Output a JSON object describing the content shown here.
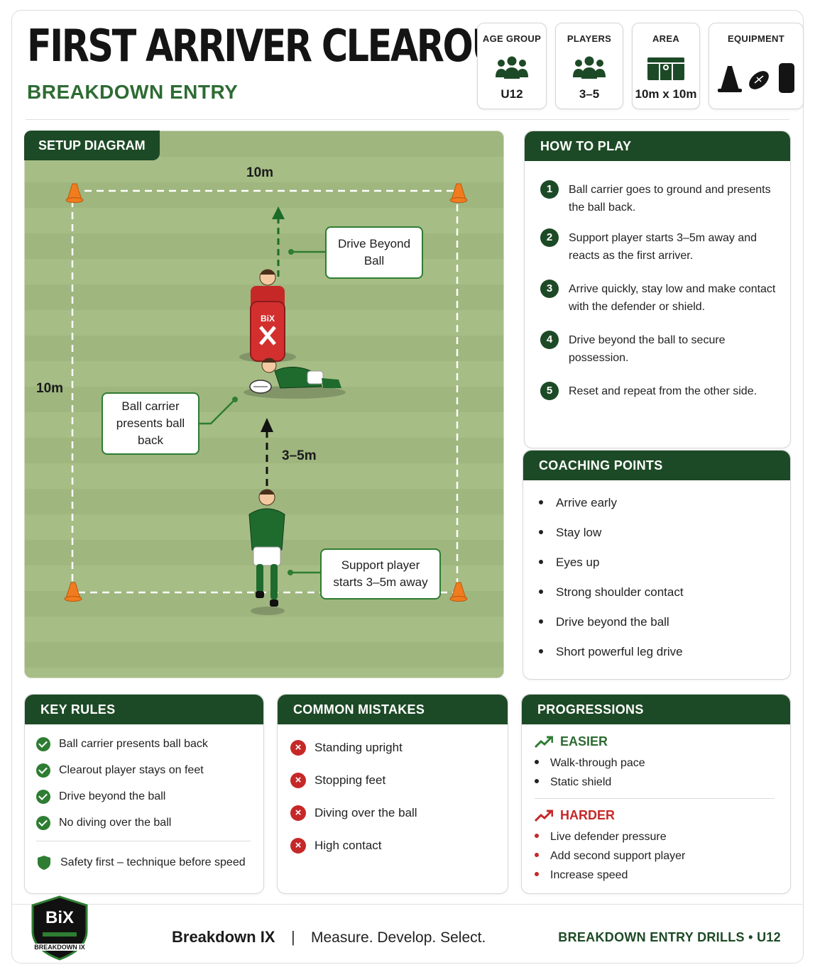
{
  "header": {
    "title": "FIRST ARRIVER CLEAROUT",
    "subtitle": "BREAKDOWN ENTRY"
  },
  "info_cards": [
    {
      "label": "AGE GROUP",
      "value": "U12",
      "icon": "group-icon"
    },
    {
      "label": "PLAYERS",
      "value": "3–5",
      "icon": "group-icon"
    },
    {
      "label": "AREA",
      "value": "10m x 10m",
      "icon": "pitch-icon"
    },
    {
      "label": "EQUIPMENT",
      "value": "",
      "icon": "cone-ball-shield-icon"
    }
  ],
  "setup": {
    "tab": "SETUP DIAGRAM",
    "dim_top": "10m",
    "dim_left": "10m",
    "dim_distance": "3–5m",
    "callout_drive": "Drive Beyond Ball",
    "callout_carrier": "Ball carrier presents ball back",
    "callout_support": "Support player starts 3–5m away",
    "shield_text": "BiX"
  },
  "how_to_play": {
    "title": "HOW TO PLAY",
    "steps": [
      {
        "n": "1",
        "text": "Ball carrier goes to ground and presents the ball back."
      },
      {
        "n": "2",
        "text": "Support player starts 3–5m away and reacts as the first arriver."
      },
      {
        "n": "3",
        "text": "Arrive quickly, stay low and make contact with the defender or shield."
      },
      {
        "n": "4",
        "text": "Drive beyond the ball to secure possession."
      },
      {
        "n": "5",
        "text": "Reset and repeat from the other side."
      }
    ]
  },
  "coaching_points": {
    "title": "COACHING POINTS",
    "items": [
      "Arrive early",
      "Stay low",
      "Eyes up",
      "Strong shoulder contact",
      "Drive beyond the ball",
      "Short powerful leg drive"
    ]
  },
  "key_rules": {
    "title": "KEY RULES",
    "items": [
      "Ball carrier presents ball back",
      "Clearout player stays on feet",
      "Drive beyond the ball",
      "No diving over the ball"
    ],
    "safety": "Safety first – technique before speed"
  },
  "common_mistakes": {
    "title": "COMMON MISTAKES",
    "items": [
      "Standing upright",
      "Stopping feet",
      "Diving over the ball",
      "High contact"
    ]
  },
  "progressions": {
    "title": "PROGRESSIONS",
    "easier_label": "EASIER",
    "easier": [
      "Walk-through pace",
      "Static shield"
    ],
    "harder_label": "HARDER",
    "harder": [
      "Live defender pressure",
      "Add second support player",
      "Increase speed"
    ]
  },
  "footer": {
    "logo_text": "BiX",
    "logo_sub": "BREAKDOWN IX",
    "brand": "Breakdown IX",
    "separator": "|",
    "tagline": "Measure. Develop. Select.",
    "right": "BREAKDOWN ENTRY DRILLS • U12"
  },
  "colors": {
    "brand_green": "#1d4a26",
    "accent_green": "#2e7d32",
    "mistake_red": "#c62828",
    "cone_orange": "#f07c1e"
  }
}
